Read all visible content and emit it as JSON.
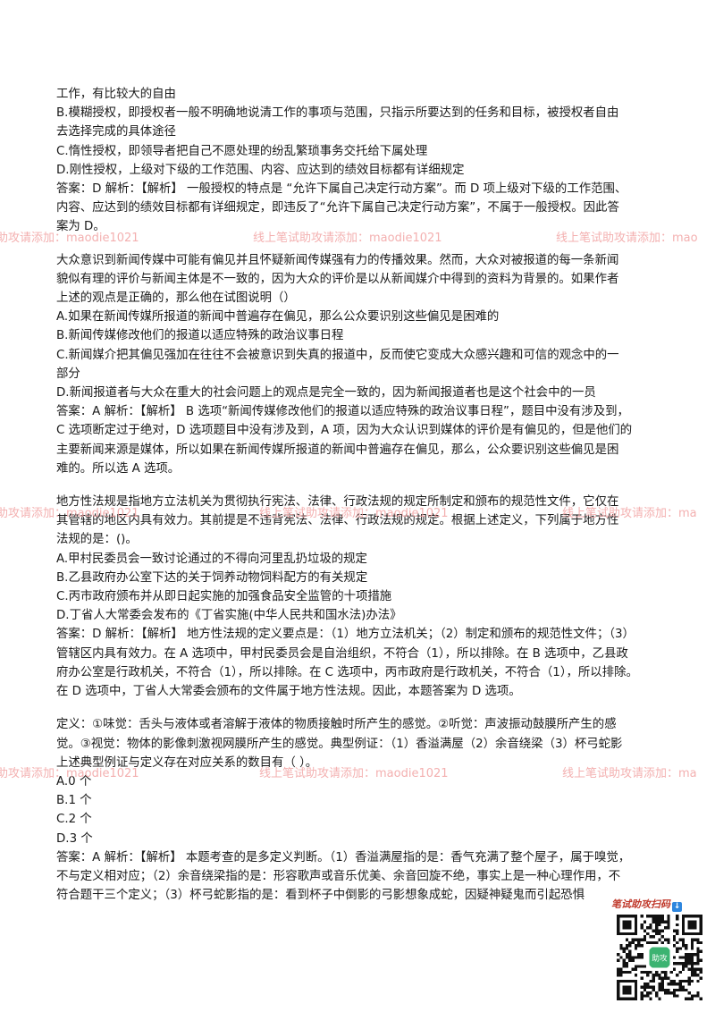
{
  "document": {
    "lines": [
      "工作，有比较大的自由",
      "B.模糊授权，即授权者一般不明确地说清工作的事项与范围，只指示所要达到的任务和目标，被授权者自由",
      "去选择完成的具体途径",
      "C.惰性授权，即领导者把自己不愿处理的纷乱繁琐事务交托给下属处理",
      "D.刚性授权，上级对下级的工作范围、内容、应达到的绩效目标都有详细规定",
      "答案：D 解析：【解析】 一般授权的特点是 “允许下属自己决定行动方案”。而 D 项上级对下级的工作范围、",
      "内容、应达到的绩效目标都有详细规定，即违反了“允许下属自己决定行动方案”，不属于一般授权。因此答",
      "案为 D。",
      "大众意识到新闻传媒中可能有偏见并且怀疑新闻传媒强有力的传播效果。然而，大众对被报道的每一条新闻",
      "貌似有理的评价与新闻主体是不一致的，因为大众的评价是以从新闻媒介中得到的资料为背景的。如果作者",
      "上述的观点是正确的，那么他在试图说明（）",
      "A.如果在新闻传媒所报道的新闻中普遍存在偏见，那么公众要识别这些偏见是困难的",
      "B.新闻传媒修改他们的报道以适应特殊的政治议事日程",
      "C.新闻媒介把其偏见强加在往往不会被意识到失真的报道中，反而使它变成大众感兴趣和可信的观念中的一",
      "部分",
      "D.新闻报道者与大众在重大的社会问题上的观点是完全一致的，因为新闻报道者也是这个社会中的一员",
      "答案：A 解析：【解析】 B 选项“新闻传媒修改他们的报道以适应特殊的政治议事日程”，题目中没有涉及到，",
      "C 选项断定过于绝对，D 选项题目中没有涉及到，A 项，因为大众认识到媒体的评价是有偏见的，但是他们的",
      "主要新闻来源是媒体，所以如果在新闻传媒所报道的新闻中普遍存在偏见，那么，公众要识别这些偏见是困",
      "难的。所以选 A 选项。",
      "地方性法规是指地方立法机关为贯彻执行宪法、法律、行政法规的规定所制定和颁布的规范性文件，它仅在",
      "其管辖的地区内具有效力。其前提是不违背宪法、法律、行政法规的规定。根据上述定义，下列属于地方性",
      "法规的是：()。",
      "A.甲村民委员会一致讨论通过的不得向河里乱扔垃圾的规定",
      "B.乙县政府办公室下达的关于饲养动物饲料配方的有关规定",
      "C.丙市政府颁布并从即日起实施的加强食品安全监管的十项措施",
      "D.丁省人大常委会发布的《丁省实施(中华人民共和国水法)办法》",
      "答案：D 解析：【解析】 地方性法规的定义要点是：（1）地方立法机关；（2）制定和颁布的规范性文件；（3）",
      "管辖区内具有效力。在 A 选项中，甲村民委员会是自治组织，不符合（1），所以排除。在 B 选项中，乙县政",
      "府办公室是行政机关，不符合（1），所以排除。在 C 选项中，丙市政府是行政机关，不符合（1），所以排除。",
      "在 D 选项中，丁省人大常委会颁布的文件属于地方性法规。因此，本题答案为 D 选项。",
      "定义：①味觉：舌头与液体或者溶解于液体的物质接触时所产生的感觉。②听觉：声波振动鼓膜所产生的感",
      "觉。③视觉：物体的影像刺激视网膜所产生的感觉。典型例证：（1）香溢满屋（2）余音绕梁（3）杯弓蛇影",
      "上述典型例证与定义存在对应关系的数目有（ ）。",
      "A.0 个",
      "B.1 个",
      "C.2 个",
      "D.3 个",
      "答案：A 解析：【解析】 本题考查的是多定义判断。（1）香溢满屋指的是：香气充满了整个屋子，属于嗅觉，",
      "不与定义相对应；（2）余音绕梁指的是：形容歌声或音乐优美、余音回旋不绝，事实上是一种心理作用，不",
      "符合题干三个定义；（3）杯弓蛇影指的是：看到杯子中倒影的弓影想象成蛇，因疑神疑鬼而引起恐惧"
    ]
  },
  "watermarks": {
    "row1": [
      "助攻请添加：maodie1021",
      "线上笔试助攻请添加：maodie1021",
      "线上笔试助攻请添加：mao"
    ],
    "row2": [
      "助攻请添加：maodie1021",
      "线上笔试助攻请添加：maodie1021",
      "线上笔试助攻请添加：ma"
    ],
    "row3": [
      "助攻请添加：maodie1021",
      "线上笔试助攻请添加：maodie1021",
      "线上笔试助攻请添加：ma"
    ]
  },
  "qr": {
    "title": "笔试助攻扫码",
    "center_label": "助攻"
  },
  "colors": {
    "watermark": "#f2a3a3",
    "qr_title": "#c0392b",
    "qr_center": "#3cb371"
  }
}
